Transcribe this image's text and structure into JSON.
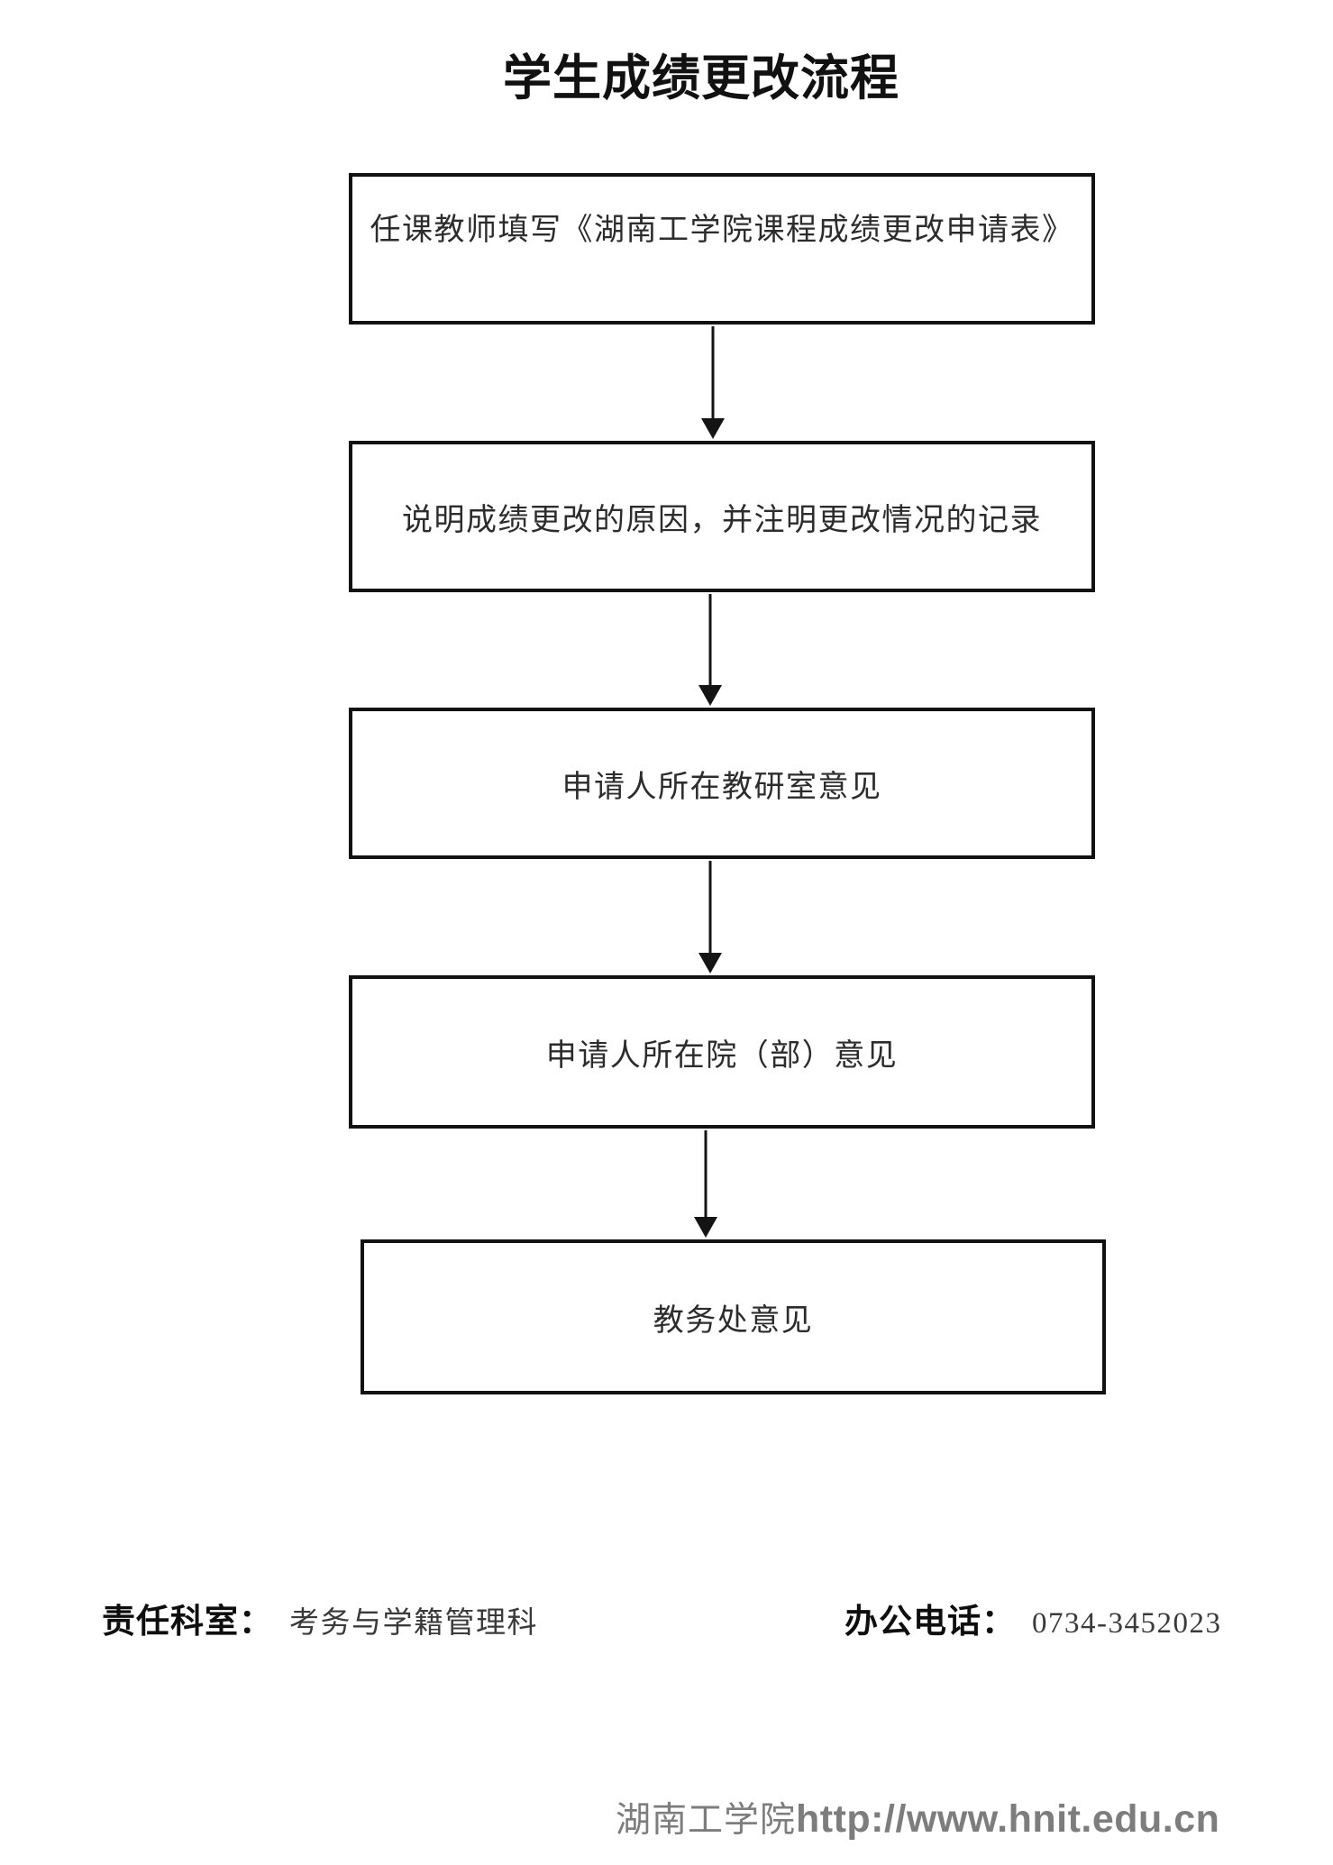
{
  "page_title": "学生成绩更改流程",
  "flow": {
    "steps": [
      {
        "label": "任课教师填写《湖南工学院课程成绩更改申请表》"
      },
      {
        "label": "说明成绩更改的原因，并注明更改情况的记录"
      },
      {
        "label": "申请人所在教研室意见"
      },
      {
        "label": "申请人所在院（部）意见"
      },
      {
        "label": "教务处意见"
      }
    ]
  },
  "footer_info": {
    "responsible_label": "责任科室：",
    "responsible_value": "考务与学籍管理科",
    "phone_label": "办公电话：",
    "phone_value": "0734-3452023"
  },
  "site_footer": {
    "org_name": "湖南工学院",
    "url": "http://www.hnit.edu.cn"
  },
  "colors": {
    "text": "#2c2c2c",
    "border": "#121212",
    "footer_gray": "#7d7d7d"
  }
}
